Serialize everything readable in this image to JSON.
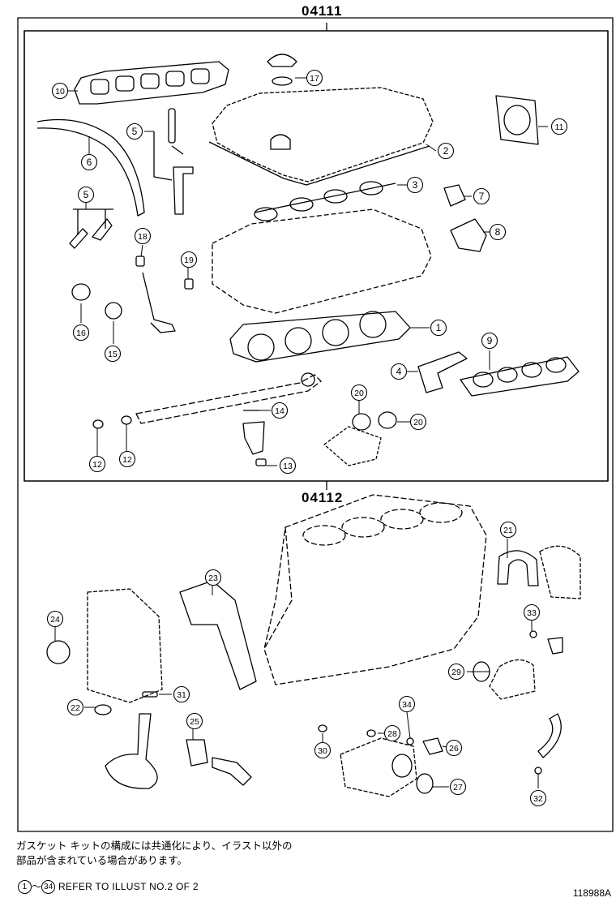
{
  "kit_upper": {
    "code": "04111"
  },
  "kit_lower": {
    "code": "04112"
  },
  "callouts": [
    "1",
    "2",
    "3",
    "4",
    "5",
    "5",
    "6",
    "7",
    "8",
    "9",
    "10",
    "11",
    "12",
    "12",
    "13",
    "14",
    "15",
    "16",
    "17",
    "18",
    "19",
    "20",
    "20",
    "21",
    "22",
    "23",
    "24",
    "25",
    "26",
    "27",
    "28",
    "29",
    "30",
    "31",
    "32",
    "33",
    "34"
  ],
  "footer": {
    "note_line1": "ガスケット キットの構成には共通化により、イラスト以外の",
    "note_line2": "部品が含まれている場合があります。",
    "range_start": "1",
    "range_sep": "～",
    "range_end": "34",
    "reference": "REFER TO ILLUST NO.2 OF 2",
    "illustration_code": "118988A"
  }
}
